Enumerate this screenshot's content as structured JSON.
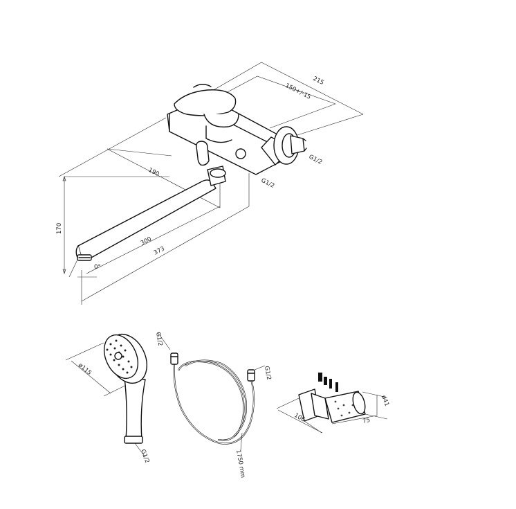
{
  "faucet": {
    "dims": {
      "overall_width": "215",
      "inlet_spacing": "150+/-15",
      "body_to_spout": "190",
      "height": "170",
      "spout_inner": "300",
      "spout_reach": "373",
      "swivel_angle": "0°",
      "outlet_thread": "G1/2",
      "inlet_thread": "G1/2"
    }
  },
  "hand_shower": {
    "diameter": "ø115",
    "thread": "G1/2"
  },
  "hose": {
    "thread_top": "G1/2",
    "thread_end": "G1/2",
    "length": "1750 mm"
  },
  "holder": {
    "height": "106",
    "depth": "75",
    "diameter": "ø41"
  }
}
